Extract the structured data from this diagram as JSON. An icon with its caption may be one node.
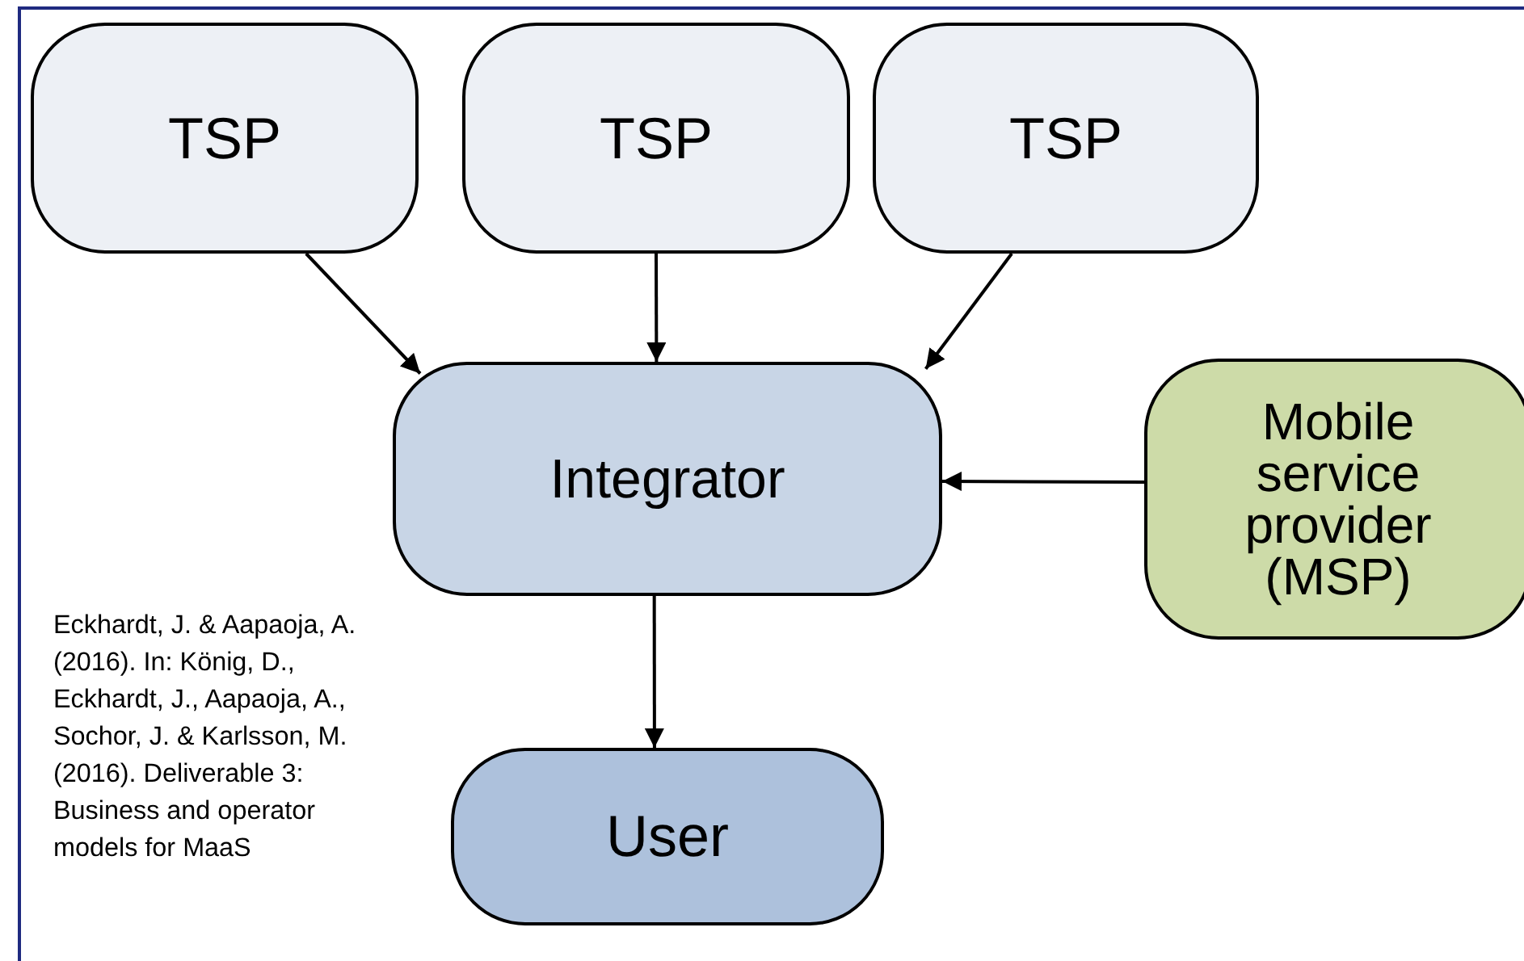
{
  "diagram": {
    "nodes": [
      {
        "text": [
          "TSP"
        ]
      },
      {
        "text": [
          "TSP"
        ]
      },
      {
        "text": [
          "TSP"
        ]
      },
      {
        "text": [
          "Integrator"
        ]
      },
      {
        "text": [
          "Mobile service provider (MSP)"
        ]
      },
      {
        "text": [
          "User"
        ]
      }
    ],
    "edges": [
      {
        "from": 0,
        "to": 3,
        "arrow": "to"
      },
      {
        "from": 1,
        "to": 3,
        "arrow": "to"
      },
      {
        "from": 2,
        "to": 3,
        "arrow": "to"
      },
      {
        "from": 4,
        "to": 3,
        "arrow": "to"
      },
      {
        "from": 3,
        "to": 5,
        "arrow": "to"
      }
    ],
    "labels": [
      "Eckhardt, J. & Aapaoja, A. (2016). In: König, D., Eckhardt, J., Aapaoja, A., Sochor, J. & Karlsson, M. (2016). Deliverable 3: Business and operator models for MaaS"
    ]
  }
}
